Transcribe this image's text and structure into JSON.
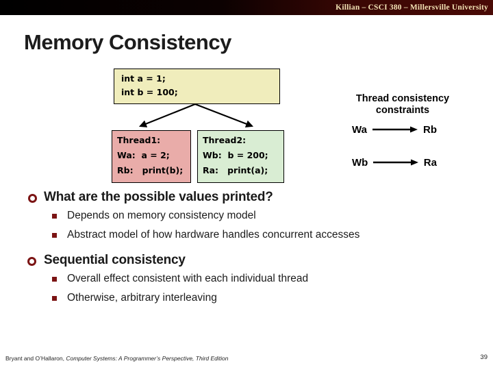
{
  "header": {
    "text": "Killian – CSCI 380 – Millersville University"
  },
  "slide": {
    "title": "Memory Consistency"
  },
  "diagram": {
    "init_box": {
      "lines": [
        "int a = 1;",
        "int b = 100;"
      ]
    },
    "thread1_box": {
      "lines": [
        "Thread1:",
        "Wa:  a = 2;",
        "Rb:   print(b);"
      ]
    },
    "thread2_box": {
      "lines": [
        "Thread2:",
        "Wb:  b = 200;",
        "Ra:   print(a);"
      ]
    },
    "constraints": {
      "title_line1": "Thread consistency",
      "title_line2": "constraints",
      "rows": [
        {
          "from": "Wa",
          "to": "Rb"
        },
        {
          "from": "Wb",
          "to": "Ra"
        }
      ]
    }
  },
  "bullets": [
    {
      "text": "What are the possible values printed?",
      "subs": [
        "Depends on memory consistency model",
        "Abstract model of how hardware handles concurrent accesses"
      ]
    },
    {
      "text": "Sequential consistency",
      "subs": [
        "Overall effect consistent with each individual thread",
        "Otherwise, arbitrary interleaving"
      ]
    }
  ],
  "footer": {
    "citation_prefix": "Bryant and O’Hallaron, ",
    "citation_title": "Computer Systems: A Programmer’s Perspective, Third Edition",
    "page_number": "39"
  },
  "colors": {
    "header_bar_left": "#000000",
    "header_bar_right": "#4a0a06",
    "header_text": "#f2e2b4",
    "accent_maroon": "#7b1414",
    "init_box_fill": "#f0edbc",
    "thread1_fill": "#e9aca9",
    "thread2_fill": "#d9edd3",
    "box_border": "#000000"
  }
}
